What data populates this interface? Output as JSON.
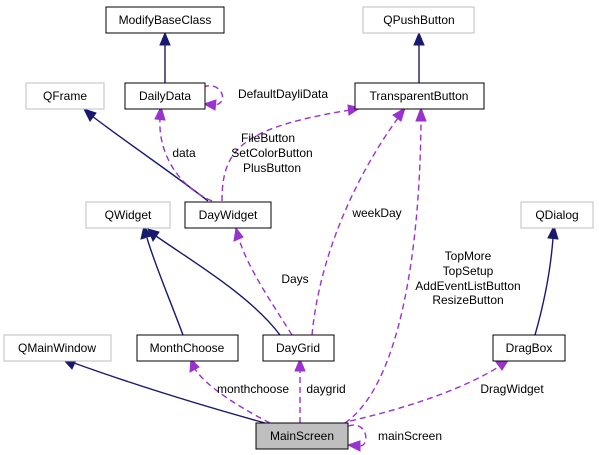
{
  "colors": {
    "inheritance_edge": "#191970",
    "usage_edge": "#9a32cd",
    "external_border": "#bfbfbf",
    "focus_fill": "#bfbfbf"
  },
  "nodes": {
    "modify_base_class": "ModifyBaseClass",
    "qpushbutton": "QPushButton",
    "qframe": "QFrame",
    "daily_data": "DailyData",
    "transparent_button": "TransparentButton",
    "qwidget": "QWidget",
    "day_widget": "DayWidget",
    "qdialog": "QDialog",
    "qmainwindow": "QMainWindow",
    "month_choose": "MonthChoose",
    "day_grid": "DayGrid",
    "drag_box": "DragBox",
    "main_screen": "MainScreen"
  },
  "edge_labels": {
    "default_dayli_data": "DefaultDayliData",
    "data": "data",
    "day_widget_buttons": [
      "FileButton",
      "SetColorButton",
      "PlusButton"
    ],
    "week_day": "weekDay",
    "days": "Days",
    "main_screen_buttons": [
      "TopMore",
      "TopSetup",
      "AddEventListButton",
      "ResizeButton"
    ],
    "monthchoose": "monthchoose",
    "daygrid": "daygrid",
    "drag_widget": "DragWidget",
    "main_screen_self": "mainScreen"
  }
}
